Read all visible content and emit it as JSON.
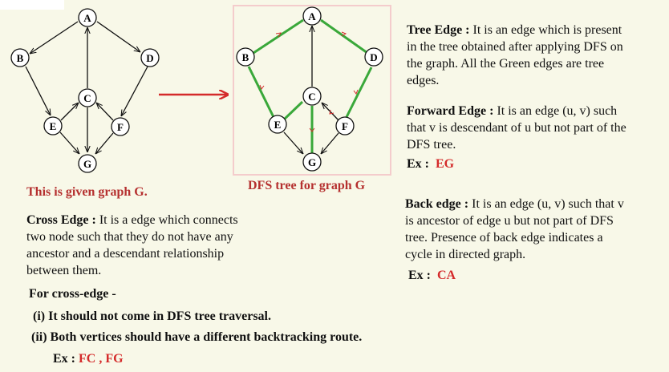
{
  "colors": {
    "background": "#f8f8e8",
    "tree_edge": "#3aa83a",
    "normal_edge": "#111111",
    "highlight_red": "#d42a2a",
    "frame_pink": "#f4cccc"
  },
  "graph": {
    "nodes": [
      "A",
      "B",
      "C",
      "D",
      "E",
      "F",
      "G"
    ]
  },
  "captions": {
    "given_graph": "This is given graph G.",
    "dfs_tree": "DFS tree for graph G"
  },
  "tree_edge": {
    "title": "Tree Edge :",
    "line1": "It is an edge which is present",
    "line2": "in the tree obtained after applying  DFS on",
    "line3": "the graph. All the Green edges are tree",
    "line4": "edges."
  },
  "forward_edge": {
    "title": "Forward Edge :",
    "line1": "It is an edge (u, v) such",
    "line2": "that v is descendant of u but not part of the",
    "line3": "DFS tree.",
    "ex_label": "Ex :",
    "ex_value": "EG"
  },
  "back_edge": {
    "title": "Back edge :",
    "line1": "It is an edge (u, v) such that v",
    "line2": "is ancestor of edge u but not part of DFS",
    "line3": "tree.  Presence of back edge indicates a",
    "line4": "cycle in directed graph.",
    "ex_label": "Ex :",
    "ex_value": "CA"
  },
  "cross_edge": {
    "title": "Cross Edge :",
    "line1": "It is a edge which connects",
    "line2": "two node such that they do not have any",
    "line3": "ancestor and a descendant relationship",
    "line4": "between them.",
    "for_label": "For cross-edge -",
    "rule1": "(i) It should not come in DFS tree traversal.",
    "rule2": "(ii) Both vertices should have a different backtracking route.",
    "ex_label": "Ex :",
    "ex_value": "FC , FG"
  }
}
